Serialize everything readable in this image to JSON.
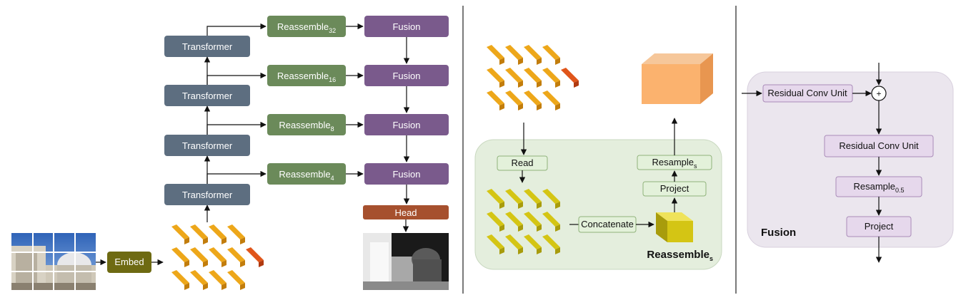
{
  "colors": {
    "transformer": "#5d6e80",
    "reassemble": "#6b8a5a",
    "fusion": "#7a5a8c",
    "head": "#a6502e",
    "embed": "#6e6a12",
    "token": "#eda71a",
    "token_dark": "#c27d0c",
    "token_cls": "#e0551a",
    "token_cls_dark": "#b03a10",
    "token_concat": "#d4c514",
    "token_concat_dark": "#a89c0c",
    "green_panel": "#e4eedd",
    "green_box": "#e3f1da",
    "purple_panel": "#ebe6ee",
    "purple_box": "#e6d8ec",
    "cube_orange": "#fbb26e"
  },
  "left": {
    "embed": "Embed",
    "head": "Head",
    "transformer": "Transformer",
    "fusion": "Fusion",
    "reassemble_base": "Reassemble",
    "reassemble_subs": [
      "32",
      "16",
      "8",
      "4"
    ],
    "input_image": "input-photo",
    "output_depth": "depth-map"
  },
  "middle": {
    "read": "Read",
    "concatenate": "Concatenate",
    "project": "Project",
    "resample_base": "Resample",
    "resample_sub": "s",
    "title_base": "Reassemble",
    "title_sub": "s"
  },
  "right": {
    "rcu1": "Residual Conv Unit",
    "rcu2": "Residual Conv Unit",
    "resample_base": "Resample",
    "resample_sub": "0.5",
    "project": "Project",
    "plus": "+",
    "title": "Fusion"
  }
}
